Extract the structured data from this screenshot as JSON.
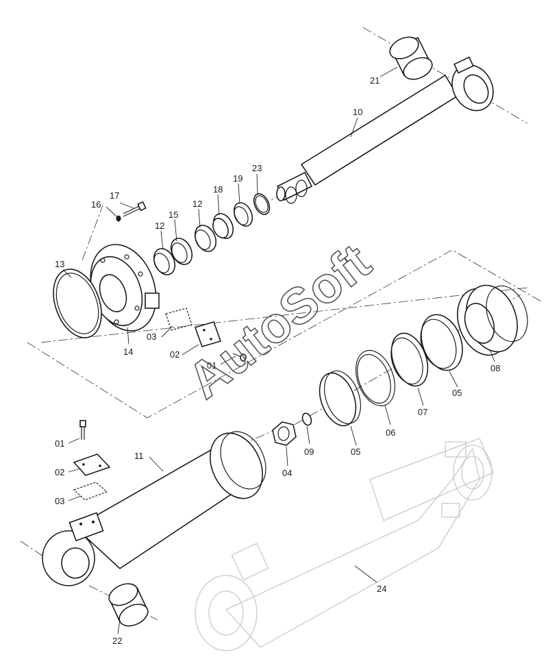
{
  "watermark": "AutoSoft",
  "callouts": {
    "c21": "21",
    "c10": "10",
    "c23": "23",
    "c19": "19",
    "c18": "18",
    "c17": "17",
    "c16": "16",
    "c12a": "12",
    "c15": "15",
    "c12b": "12",
    "c13": "13",
    "c14": "14",
    "c03a": "03",
    "c02a": "02",
    "c01a": "01",
    "c08": "08",
    "c05a": "05",
    "c07": "07",
    "c06": "06",
    "c05b": "05",
    "c09": "09",
    "c04": "04",
    "c01b": "01",
    "c02b": "02",
    "c03b": "03",
    "c11": "11",
    "c22": "22",
    "c24": "24"
  }
}
